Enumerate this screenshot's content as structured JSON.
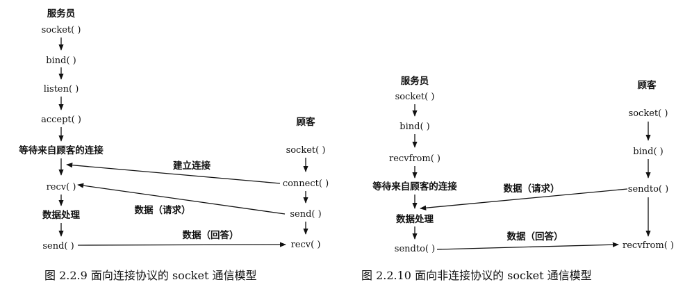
{
  "left": {
    "server": {
      "title": "服务员",
      "steps": [
        "socket( )",
        "bind( )",
        "listen( )",
        "accept( )",
        "等待来自顾客的连接",
        "recv( )",
        "数据处理",
        "send( )"
      ]
    },
    "client": {
      "title": "顾客",
      "steps": [
        "socket( )",
        "connect( )",
        "send( )",
        "recv( )"
      ]
    },
    "messages": [
      "建立连接",
      "数据（请求）",
      "数据（回答）"
    ],
    "caption": "图 2.2.9   面向连接协议的 socket 通信模型"
  },
  "right": {
    "server": {
      "title": "服务员",
      "steps": [
        "socket( )",
        "bind( )",
        "recvfrom( )",
        "等待来自顾客的连接",
        "数据处理",
        "sendto( )"
      ]
    },
    "client": {
      "title": "顾客",
      "steps": [
        "socket( )",
        "bind( )",
        "sendto( )",
        "recvfrom( )"
      ]
    },
    "messages": [
      "数据（请求）",
      "数据（回答）"
    ],
    "caption": "图 2.2.10   面向非连接协议的 socket 通信模型"
  }
}
